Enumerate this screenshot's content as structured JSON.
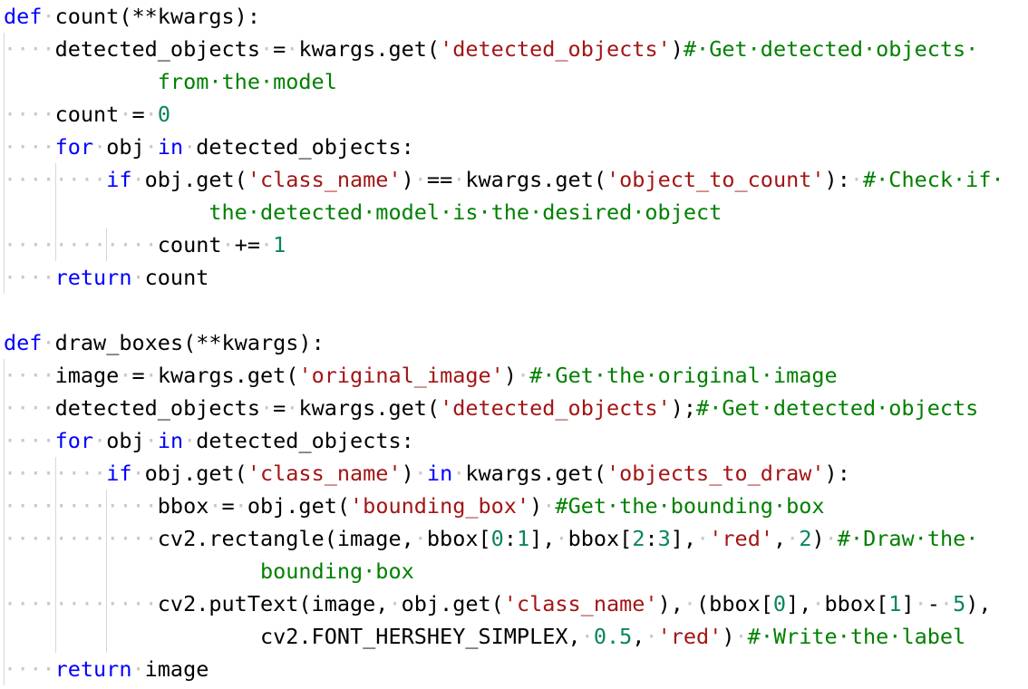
{
  "editor": {
    "colors": {
      "keyword": "#0000ff",
      "string": "#a31515",
      "comment": "#008000",
      "number": "#098658",
      "text": "#000000",
      "whitespace": "#c8c8c8",
      "guide": "#d8d8d8",
      "background": "#ffffff"
    },
    "lines": [
      [
        {
          "t": "kw",
          "v": "def"
        },
        {
          "t": "ws",
          "v": "·"
        },
        {
          "t": "txt",
          "v": "count(**kwargs):"
        }
      ],
      [
        {
          "t": "ws",
          "v": "····"
        },
        {
          "t": "txt",
          "v": "detected_objects"
        },
        {
          "t": "ws",
          "v": "·"
        },
        {
          "t": "txt",
          "v": "="
        },
        {
          "t": "ws",
          "v": "·"
        },
        {
          "t": "txt",
          "v": "kwargs.get("
        },
        {
          "t": "str",
          "v": "'detected_objects'"
        },
        {
          "t": "txt",
          "v": ")"
        },
        {
          "t": "com",
          "v": "#·Get·detected·objects·"
        }
      ],
      [
        {
          "t": "ws",
          "v": "            "
        },
        {
          "t": "com",
          "v": "from·the·model"
        }
      ],
      [
        {
          "t": "ws",
          "v": "····"
        },
        {
          "t": "txt",
          "v": "count"
        },
        {
          "t": "ws",
          "v": "·"
        },
        {
          "t": "txt",
          "v": "="
        },
        {
          "t": "ws",
          "v": "·"
        },
        {
          "t": "num",
          "v": "0"
        }
      ],
      [
        {
          "t": "ws",
          "v": "····"
        },
        {
          "t": "kw",
          "v": "for"
        },
        {
          "t": "ws",
          "v": "·"
        },
        {
          "t": "txt",
          "v": "obj"
        },
        {
          "t": "ws",
          "v": "·"
        },
        {
          "t": "kw",
          "v": "in"
        },
        {
          "t": "ws",
          "v": "·"
        },
        {
          "t": "txt",
          "v": "detected_objects:"
        }
      ],
      [
        {
          "t": "ws",
          "v": "········"
        },
        {
          "t": "kw",
          "v": "if"
        },
        {
          "t": "ws",
          "v": "·"
        },
        {
          "t": "txt",
          "v": "obj.get("
        },
        {
          "t": "str",
          "v": "'class_name'"
        },
        {
          "t": "txt",
          "v": ")"
        },
        {
          "t": "ws",
          "v": "·"
        },
        {
          "t": "txt",
          "v": "=="
        },
        {
          "t": "ws",
          "v": "·"
        },
        {
          "t": "txt",
          "v": "kwargs.get("
        },
        {
          "t": "str",
          "v": "'object_to_count'"
        },
        {
          "t": "txt",
          "v": "):"
        },
        {
          "t": "ws",
          "v": "·"
        },
        {
          "t": "com",
          "v": "#·Check·if·"
        }
      ],
      [
        {
          "t": "ws",
          "v": "                "
        },
        {
          "t": "com",
          "v": "the·detected·model·is·the·desired·object"
        }
      ],
      [
        {
          "t": "ws",
          "v": "············"
        },
        {
          "t": "txt",
          "v": "count"
        },
        {
          "t": "ws",
          "v": "·"
        },
        {
          "t": "txt",
          "v": "+="
        },
        {
          "t": "ws",
          "v": "·"
        },
        {
          "t": "num",
          "v": "1"
        }
      ],
      [
        {
          "t": "ws",
          "v": "····"
        },
        {
          "t": "kw",
          "v": "return"
        },
        {
          "t": "ws",
          "v": "·"
        },
        {
          "t": "txt",
          "v": "count"
        }
      ],
      [],
      [
        {
          "t": "kw",
          "v": "def"
        },
        {
          "t": "ws",
          "v": "·"
        },
        {
          "t": "txt",
          "v": "draw_boxes(**kwargs):"
        }
      ],
      [
        {
          "t": "ws",
          "v": "····"
        },
        {
          "t": "txt",
          "v": "image"
        },
        {
          "t": "ws",
          "v": "·"
        },
        {
          "t": "txt",
          "v": "="
        },
        {
          "t": "ws",
          "v": "·"
        },
        {
          "t": "txt",
          "v": "kwargs.get("
        },
        {
          "t": "str",
          "v": "'original_image'"
        },
        {
          "t": "txt",
          "v": ")"
        },
        {
          "t": "ws",
          "v": "·"
        },
        {
          "t": "com",
          "v": "#·Get·the·original·image"
        }
      ],
      [
        {
          "t": "ws",
          "v": "····"
        },
        {
          "t": "txt",
          "v": "detected_objects"
        },
        {
          "t": "ws",
          "v": "·"
        },
        {
          "t": "txt",
          "v": "="
        },
        {
          "t": "ws",
          "v": "·"
        },
        {
          "t": "txt",
          "v": "kwargs.get("
        },
        {
          "t": "str",
          "v": "'detected_objects'"
        },
        {
          "t": "txt",
          "v": ");"
        },
        {
          "t": "com",
          "v": "#·Get·detected·objects"
        }
      ],
      [
        {
          "t": "ws",
          "v": "····"
        },
        {
          "t": "kw",
          "v": "for"
        },
        {
          "t": "ws",
          "v": "·"
        },
        {
          "t": "txt",
          "v": "obj"
        },
        {
          "t": "ws",
          "v": "·"
        },
        {
          "t": "kw",
          "v": "in"
        },
        {
          "t": "ws",
          "v": "·"
        },
        {
          "t": "txt",
          "v": "detected_objects:"
        }
      ],
      [
        {
          "t": "ws",
          "v": "········"
        },
        {
          "t": "kw",
          "v": "if"
        },
        {
          "t": "ws",
          "v": "·"
        },
        {
          "t": "txt",
          "v": "obj.get("
        },
        {
          "t": "str",
          "v": "'class_name'"
        },
        {
          "t": "txt",
          "v": ")"
        },
        {
          "t": "ws",
          "v": "·"
        },
        {
          "t": "kw",
          "v": "in"
        },
        {
          "t": "ws",
          "v": "·"
        },
        {
          "t": "txt",
          "v": "kwargs.get("
        },
        {
          "t": "str",
          "v": "'objects_to_draw'"
        },
        {
          "t": "txt",
          "v": "):"
        }
      ],
      [
        {
          "t": "ws",
          "v": "············"
        },
        {
          "t": "txt",
          "v": "bbox"
        },
        {
          "t": "ws",
          "v": "·"
        },
        {
          "t": "txt",
          "v": "="
        },
        {
          "t": "ws",
          "v": "·"
        },
        {
          "t": "txt",
          "v": "obj.get("
        },
        {
          "t": "str",
          "v": "'bounding_box'"
        },
        {
          "t": "txt",
          "v": ")"
        },
        {
          "t": "ws",
          "v": "·"
        },
        {
          "t": "com",
          "v": "#Get·the·bounding·box"
        }
      ],
      [
        {
          "t": "ws",
          "v": "············"
        },
        {
          "t": "txt",
          "v": "cv2.rectangle(image,"
        },
        {
          "t": "ws",
          "v": "·"
        },
        {
          "t": "txt",
          "v": "bbox["
        },
        {
          "t": "num",
          "v": "0"
        },
        {
          "t": "txt",
          "v": ":"
        },
        {
          "t": "num",
          "v": "1"
        },
        {
          "t": "txt",
          "v": "],"
        },
        {
          "t": "ws",
          "v": "·"
        },
        {
          "t": "txt",
          "v": "bbox["
        },
        {
          "t": "num",
          "v": "2"
        },
        {
          "t": "txt",
          "v": ":"
        },
        {
          "t": "num",
          "v": "3"
        },
        {
          "t": "txt",
          "v": "],"
        },
        {
          "t": "ws",
          "v": "·"
        },
        {
          "t": "str",
          "v": "'red'"
        },
        {
          "t": "txt",
          "v": ","
        },
        {
          "t": "ws",
          "v": "·"
        },
        {
          "t": "num",
          "v": "2"
        },
        {
          "t": "txt",
          "v": ")"
        },
        {
          "t": "ws",
          "v": "·"
        },
        {
          "t": "com",
          "v": "#·Draw·the·"
        }
      ],
      [
        {
          "t": "ws",
          "v": "                    "
        },
        {
          "t": "com",
          "v": "bounding·box"
        }
      ],
      [
        {
          "t": "ws",
          "v": "············"
        },
        {
          "t": "txt",
          "v": "cv2.putText(image,"
        },
        {
          "t": "ws",
          "v": "·"
        },
        {
          "t": "txt",
          "v": "obj.get("
        },
        {
          "t": "str",
          "v": "'class_name'"
        },
        {
          "t": "txt",
          "v": "),"
        },
        {
          "t": "ws",
          "v": "·"
        },
        {
          "t": "txt",
          "v": "(bbox["
        },
        {
          "t": "num",
          "v": "0"
        },
        {
          "t": "txt",
          "v": "],"
        },
        {
          "t": "ws",
          "v": "·"
        },
        {
          "t": "txt",
          "v": "bbox["
        },
        {
          "t": "num",
          "v": "1"
        },
        {
          "t": "txt",
          "v": "]"
        },
        {
          "t": "ws",
          "v": "·"
        },
        {
          "t": "txt",
          "v": "-"
        },
        {
          "t": "ws",
          "v": "·"
        },
        {
          "t": "num",
          "v": "5"
        },
        {
          "t": "txt",
          "v": "),"
        }
      ],
      [
        {
          "t": "ws",
          "v": "                    "
        },
        {
          "t": "txt",
          "v": "cv2.FONT_HERSHEY_SIMPLEX,"
        },
        {
          "t": "ws",
          "v": "·"
        },
        {
          "t": "num",
          "v": "0.5"
        },
        {
          "t": "txt",
          "v": ","
        },
        {
          "t": "ws",
          "v": "·"
        },
        {
          "t": "str",
          "v": "'red'"
        },
        {
          "t": "txt",
          "v": ")"
        },
        {
          "t": "ws",
          "v": "·"
        },
        {
          "t": "com",
          "v": "#·Write·the·label"
        }
      ],
      [
        {
          "t": "ws",
          "v": "····"
        },
        {
          "t": "kw",
          "v": "return"
        },
        {
          "t": "ws",
          "v": "·"
        },
        {
          "t": "txt",
          "v": "image"
        }
      ]
    ]
  }
}
